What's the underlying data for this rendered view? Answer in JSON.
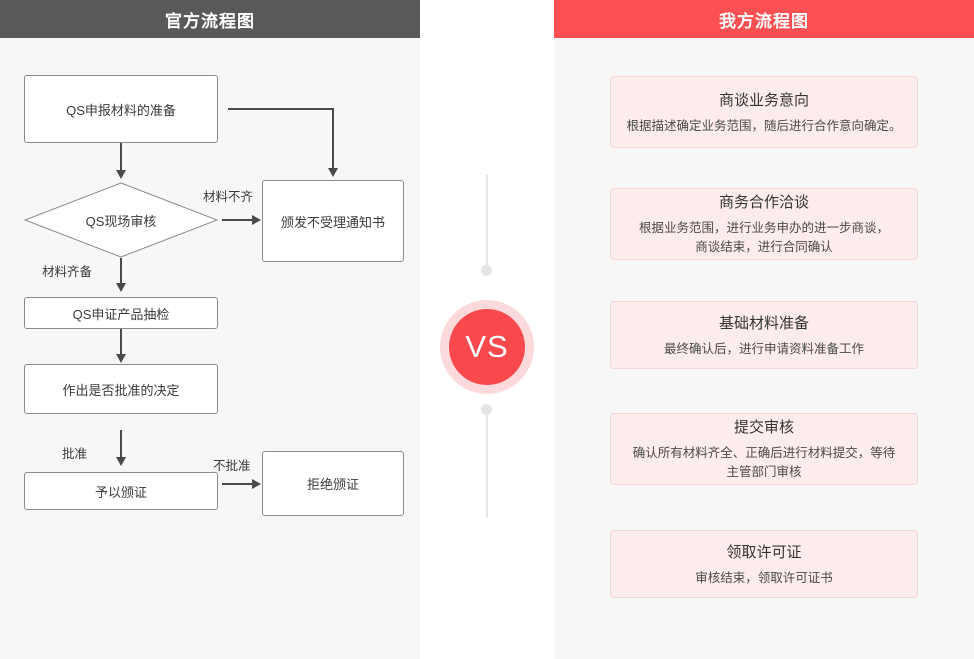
{
  "left": {
    "header": "官方流程图",
    "header_bg": "#595959",
    "nodes": {
      "n1": "QS申报材料的准备",
      "n2": "QS现场审核",
      "n3": "颁发不受理通知书",
      "n4": "QS申证产品抽检",
      "n5": "作出是否批准的决定",
      "n6": "予以颁证",
      "n7": "拒绝颁证"
    },
    "labels": {
      "l1": "材料不齐",
      "l2": "材料齐备",
      "l3": "批准",
      "l4": "不批准"
    }
  },
  "center": {
    "vs_text": "VS",
    "badge_color": "#f9494d",
    "ring_color": "#fcd9da"
  },
  "right": {
    "header": "我方流程图",
    "header_bg": "#fc5053",
    "card_bg": "#fdecec",
    "card_border": "#f8d4d6",
    "cards": [
      {
        "title": "商谈业务意向",
        "desc": "根据描述确定业务范围，随后进行合作意向确定。"
      },
      {
        "title": "商务合作洽谈",
        "desc": "根据业务范围，进行业务申办的进一步商谈，\n商谈结束，进行合同确认"
      },
      {
        "title": "基础材料准备",
        "desc": "最终确认后，进行申请资料准备工作"
      },
      {
        "title": "提交审核",
        "desc": "确认所有材料齐全、正确后进行材料提交，等待\n主管部门审核"
      },
      {
        "title": "领取许可证",
        "desc": "审核结束，领取许可证书"
      }
    ]
  }
}
